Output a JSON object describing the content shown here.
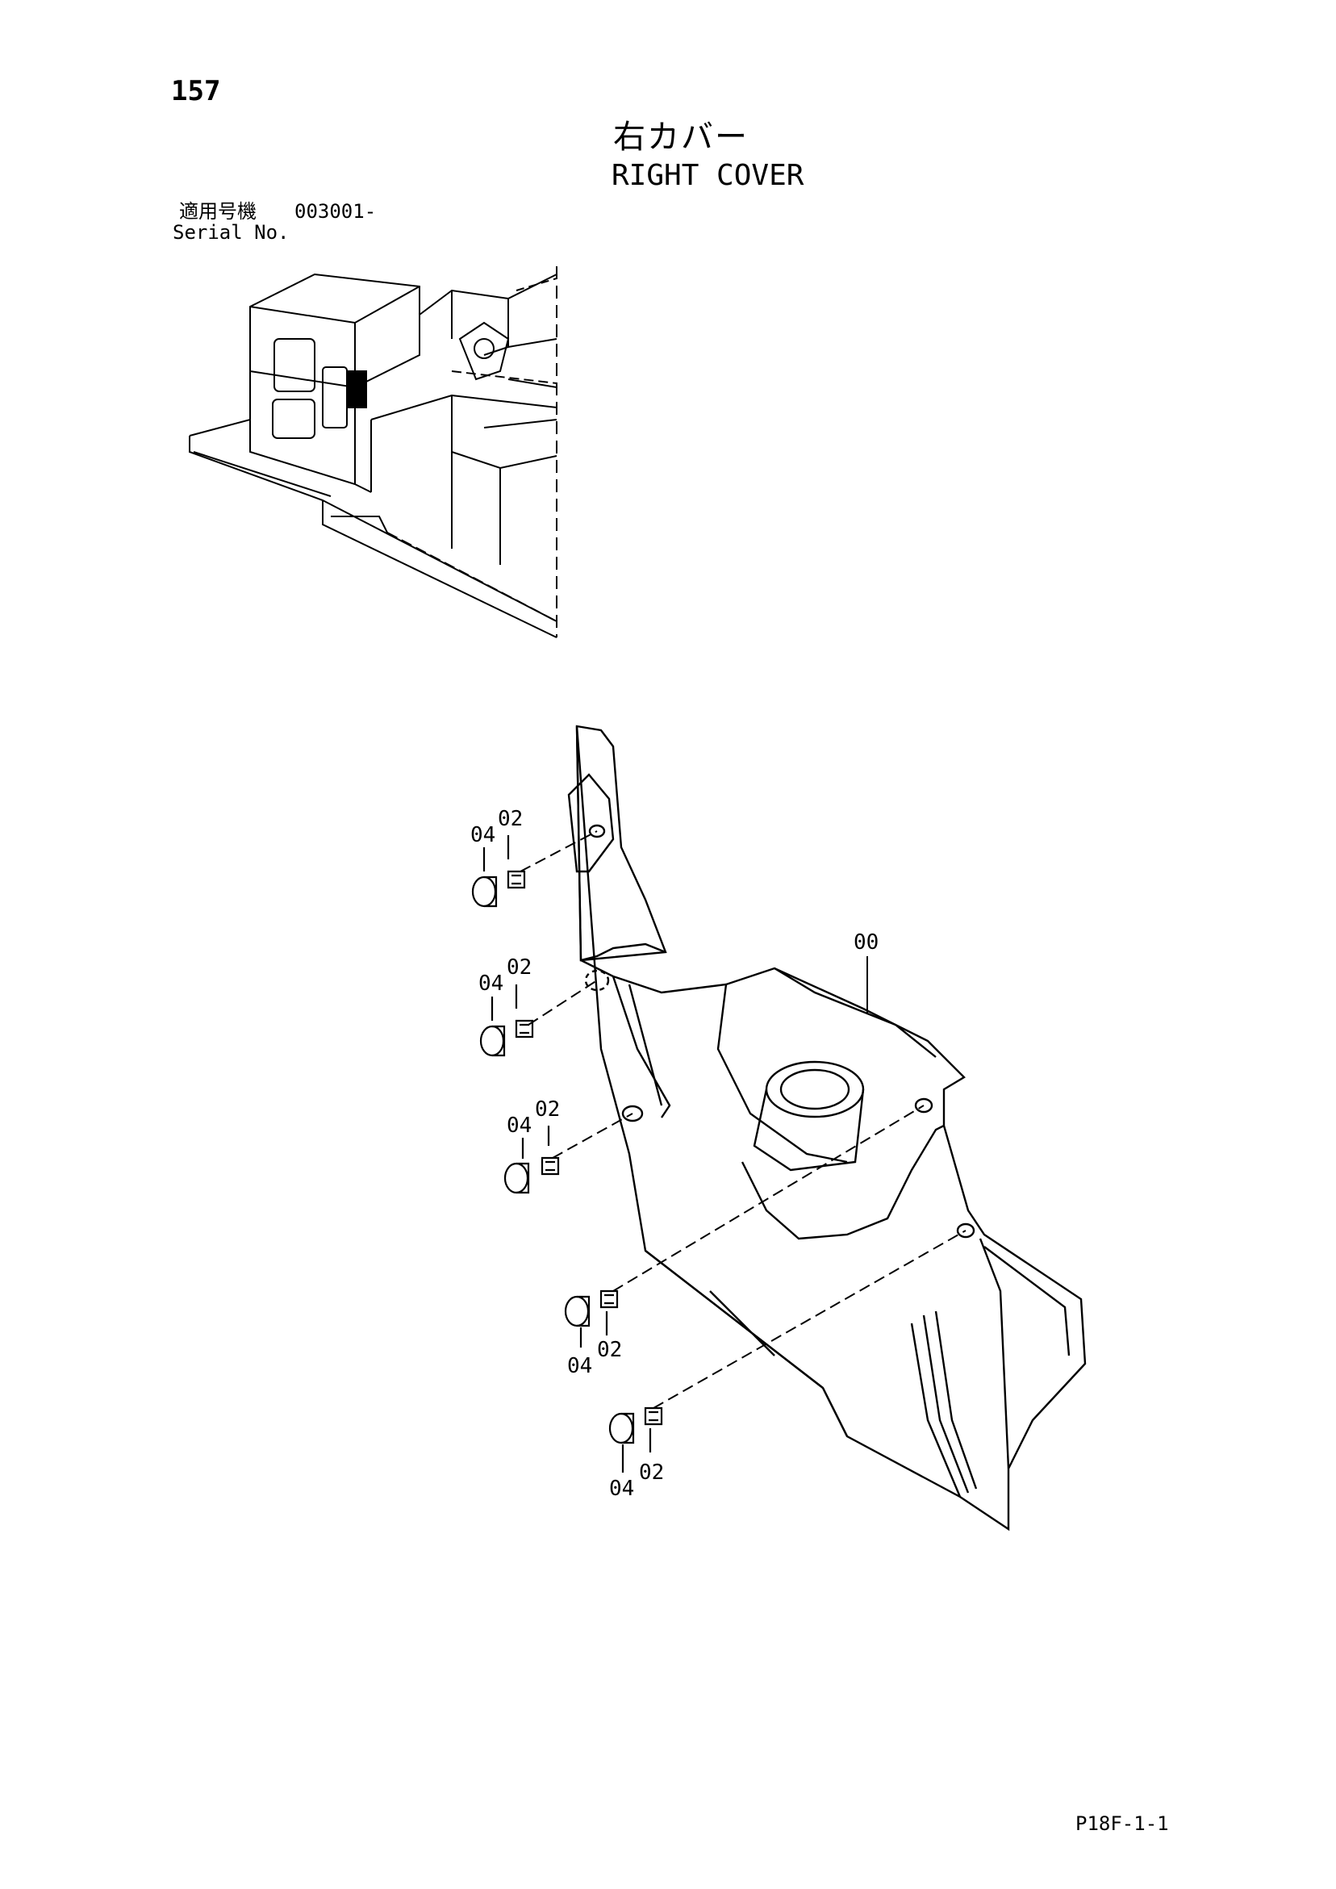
{
  "header": {
    "page_number": "157",
    "title_jp": "右カバー",
    "title_en": "RIGHT COVER",
    "serial_label_jp": "適用号機",
    "serial_value": "003001-",
    "serial_label_en": "Serial No."
  },
  "callouts": {
    "c00": "00",
    "c02a": "02",
    "c04a": "04",
    "c02b": "02",
    "c04b": "04",
    "c02c": "02",
    "c04c": "04",
    "c02d": "02",
    "c04d": "04",
    "c02e": "02",
    "c04e": "04"
  },
  "footer": {
    "code": "P18F-1-1"
  }
}
